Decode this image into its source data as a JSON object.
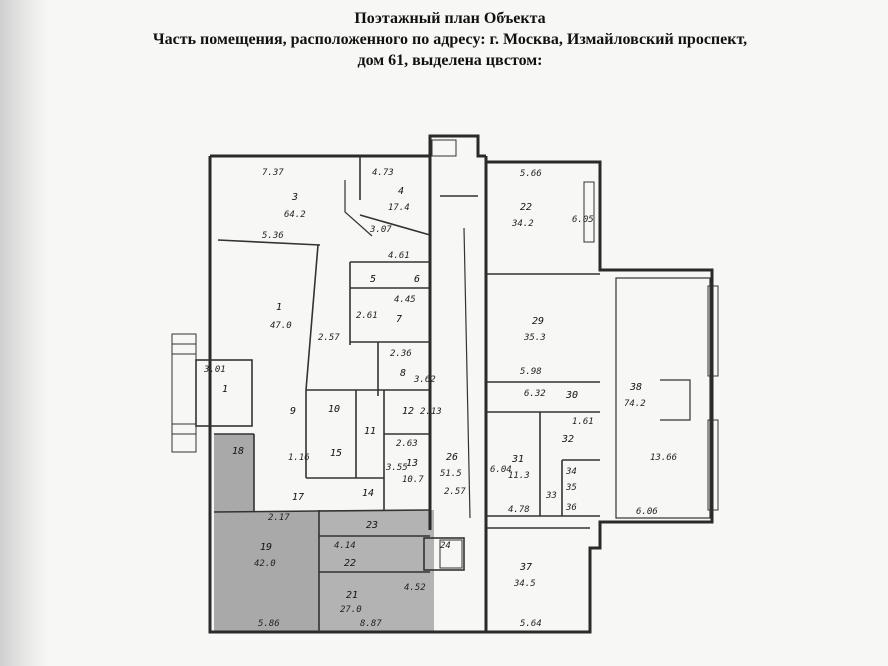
{
  "header": {
    "line1": "Поэтажный план Объекта",
    "line2": "Часть помещения, расположенного по адресу: г. Москва, Измайловский проспект,",
    "line3": "дом 61, выделена цвстом:"
  },
  "colors": {
    "highlight": "#a9a9a9",
    "wall": "#2a2a2a",
    "paper": "#f7f7f5"
  },
  "rooms": [
    {
      "id": "r3",
      "num": "3",
      "area": "64.2",
      "dim": "7.37"
    },
    {
      "id": "r4",
      "num": "4",
      "area": "17.4",
      "dim": "4.73"
    },
    {
      "id": "r22",
      "num": "22",
      "area": "34.2",
      "dim": "5.66"
    },
    {
      "id": "r1a",
      "num": "1",
      "area": "47.0",
      "dim": "5.36"
    },
    {
      "id": "r5",
      "num": "5",
      "dim": "4.61"
    },
    {
      "id": "r6",
      "num": "6"
    },
    {
      "id": "r7",
      "num": "7",
      "dim": "4.45"
    },
    {
      "id": "r8",
      "num": "8",
      "dim": "2.36"
    },
    {
      "id": "r29",
      "num": "29",
      "area": "35.3",
      "dim": "5.98"
    },
    {
      "id": "r38",
      "num": "38",
      "area": "74.2",
      "dim": "13.66"
    },
    {
      "id": "r1b",
      "num": "1",
      "dim": "3.01"
    },
    {
      "id": "r9",
      "num": "9"
    },
    {
      "id": "r10",
      "num": "10"
    },
    {
      "id": "r11",
      "num": "11"
    },
    {
      "id": "r12",
      "num": "12"
    },
    {
      "id": "r13",
      "num": "13",
      "area": "10.7",
      "dim": "2.63"
    },
    {
      "id": "r15",
      "num": "15"
    },
    {
      "id": "r14",
      "num": "14"
    },
    {
      "id": "r26",
      "num": "26",
      "area": "51.5",
      "dim": "2.57"
    },
    {
      "id": "r30",
      "num": "30",
      "dim": "6.32"
    },
    {
      "id": "r31",
      "num": "31",
      "area": "11.3",
      "dim": "4.78"
    },
    {
      "id": "r32",
      "num": "32"
    },
    {
      "id": "r18",
      "num": "18"
    },
    {
      "id": "r17",
      "num": "17"
    },
    {
      "id": "r19",
      "num": "19",
      "area": "42.0",
      "dim": "5.86"
    },
    {
      "id": "r23",
      "num": "23",
      "dim": "4.14"
    },
    {
      "id": "r22b",
      "num": "22"
    },
    {
      "id": "r21",
      "num": "21",
      "area": "27.0",
      "dim": "4.52"
    },
    {
      "id": "r24",
      "num": "24"
    },
    {
      "id": "r37",
      "num": "37",
      "area": "34.5",
      "dim": "5.64"
    },
    {
      "id": "r33",
      "num": "33"
    },
    {
      "id": "r35",
      "num": "35"
    },
    {
      "id": "r36",
      "num": "36"
    },
    {
      "id": "r34",
      "num": "34"
    }
  ],
  "extra_dims": [
    "6.05",
    "3.07",
    "2.61",
    "2.57",
    "3.62",
    "2.13",
    "3.55",
    "1.61",
    "6.04",
    "6.06",
    "8.87",
    "2.17",
    "1.16"
  ]
}
